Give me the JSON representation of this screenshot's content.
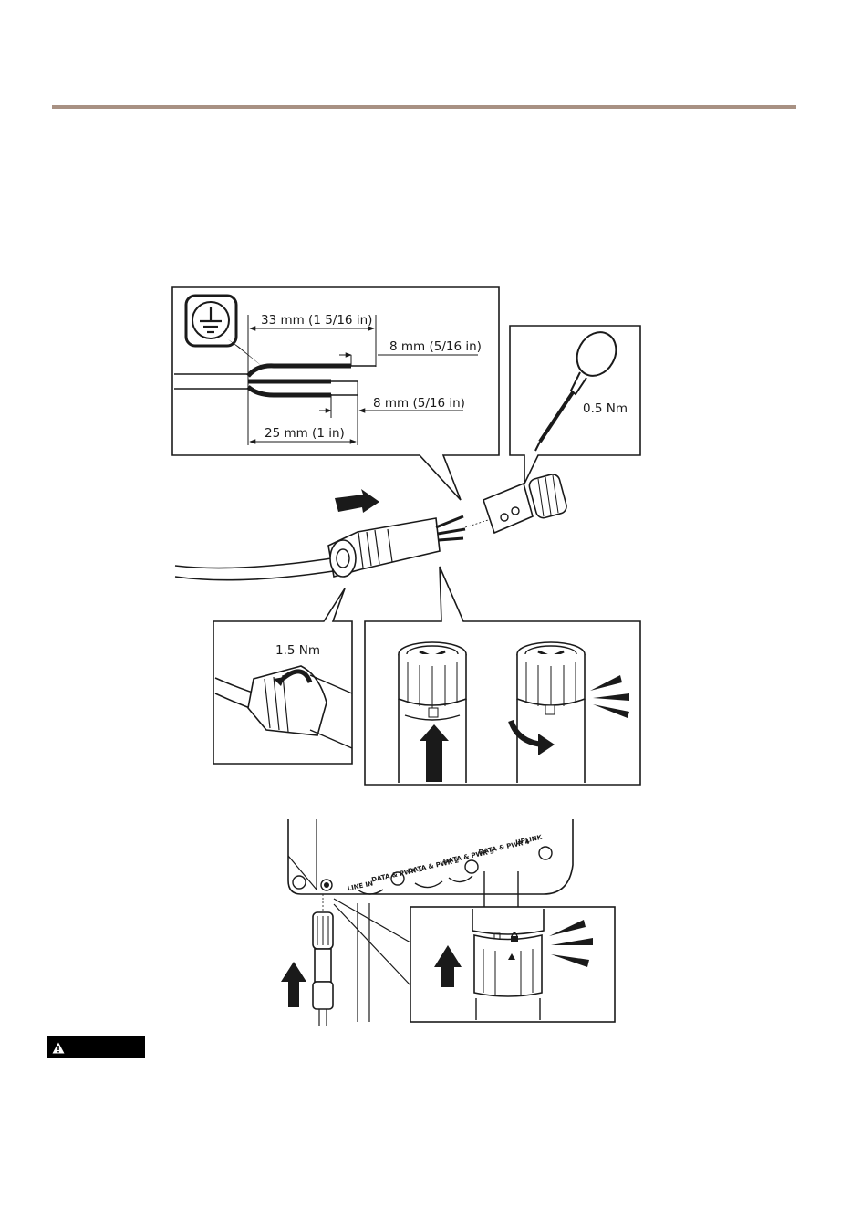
{
  "colors": {
    "header_rule": "#a89183",
    "line": "#1a1a1a",
    "badge": "#000000"
  },
  "figure1": {
    "dim_strip_outer": "33 mm (1 5/16 in)",
    "dim_strip_earth": "8 mm (5/16 in)",
    "dim_strip_conductors": "8 mm (5/16 in)",
    "dim_strip_inner": "25 mm (1 in)",
    "torque_screwdriver": "0.5 Nm",
    "torque_gland": "1.5 Nm",
    "earth_icon": "protective-earth-icon"
  },
  "figure2": {
    "ports": [
      "LINE IN",
      "DATA & PWR 1",
      "DATA & PWR 2",
      "DATA & PWR 3",
      "DATA & PWR 4",
      "UPLINK"
    ]
  },
  "warning": {
    "icon": "warning-triangle-icon"
  }
}
